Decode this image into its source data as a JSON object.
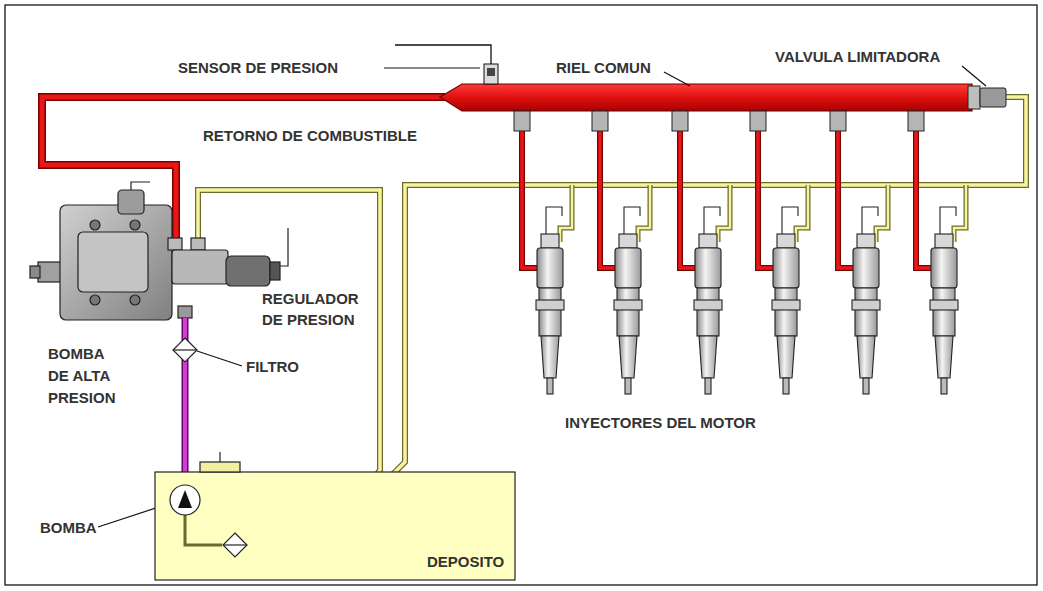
{
  "diagram": {
    "labels": [
      "SENSOR DE PRESION",
      "RIEL COMUN",
      "VALVULA LIMITADORA",
      "RETORNO DE COMBUSTIBLE",
      "REGULADOR DE PRESION",
      "BOMBA DE ALTA PRESION",
      "FILTRO",
      "INYECTORES DEL MOTOR",
      "BOMBA",
      "DEPOSITO"
    ]
  }
}
